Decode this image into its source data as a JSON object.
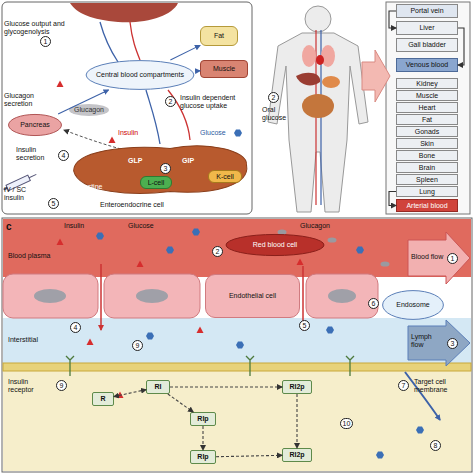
{
  "diagram": {
    "nodes": [
      {
        "text": [
          "Central blood compartments"
        ]
      },
      {
        "text": [
          "Fat"
        ]
      },
      {
        "text": [
          "Muscle"
        ]
      },
      {
        "text": [
          "Pancreas"
        ]
      },
      {
        "text": [
          "Intestine"
        ]
      },
      {
        "text": [
          "K-cell"
        ],
        "in": 4
      },
      {
        "text": [
          "L-cell"
        ],
        "in": 4
      },
      {
        "text": [
          "Portal vein"
        ]
      },
      {
        "text": [
          "Liver"
        ]
      },
      {
        "text": [
          "Gall bladder"
        ]
      },
      {
        "text": [
          "Venous blood"
        ]
      },
      {
        "text": [
          "Kidney"
        ]
      },
      {
        "text": [
          "Muscle"
        ]
      },
      {
        "text": [
          "Heart"
        ]
      },
      {
        "text": [
          "Fat"
        ]
      },
      {
        "text": [
          "Gonads"
        ]
      },
      {
        "text": [
          "Skin"
        ]
      },
      {
        "text": [
          "Bone"
        ]
      },
      {
        "text": [
          "Brain"
        ]
      },
      {
        "text": [
          "Spleen"
        ]
      },
      {
        "text": [
          "Lung"
        ]
      },
      {
        "text": [
          "Arterial blood"
        ]
      },
      {
        "text": [
          "Red blood cell"
        ]
      },
      {
        "text": [
          "Endothelial cell"
        ]
      },
      {
        "text": [
          "Endosome"
        ]
      },
      {
        "text": [
          "R"
        ]
      },
      {
        "text": [
          "RI"
        ]
      },
      {
        "text": [
          "RIp"
        ]
      },
      {
        "text": [
          "RI2p"
        ]
      },
      {
        "text": [
          "RIp"
        ]
      },
      {
        "text": [
          "RI2p"
        ]
      }
    ],
    "edges": [
      {
        "from": 0,
        "to": 1,
        "arrow": "to"
      },
      {
        "from": 0,
        "to": 2,
        "arrow": "to"
      },
      {
        "from": 3,
        "to": 0,
        "arrow": "to"
      },
      {
        "from": 7,
        "to": 8,
        "arrow": "to"
      },
      {
        "from": 8,
        "to": 10,
        "arrow": "to"
      },
      {
        "from": 20,
        "to": 21,
        "arrow": "to"
      },
      {
        "from": 25,
        "to": 26,
        "arrow": "both"
      },
      {
        "from": 26,
        "to": 27,
        "arrow": "to"
      },
      {
        "from": 26,
        "to": 28,
        "arrow": "to"
      },
      {
        "from": 27,
        "to": 29,
        "arrow": "to"
      },
      {
        "from": 28,
        "to": 30,
        "arrow": "to"
      },
      {
        "from": 29,
        "to": 30,
        "arrow": "to"
      }
    ],
    "labels": [
      "Glucose output and glycogenolysis",
      "1",
      "Glucagon secretion",
      "Glucagon",
      "Insulin",
      "Glucose",
      "Insulin secretion",
      "4",
      "Insulin dependent glucose uptake",
      "2",
      "GLP",
      "GIP",
      "3",
      "Enteroendocrine cell",
      "IV / SC insulin",
      "5",
      "2",
      "Oral glucose",
      "c",
      "Insulin",
      "Glucose",
      "Glucagon",
      "Blood plasma",
      "Blood flow",
      "1",
      "2",
      "Interstitial",
      "Lymph flow",
      "3",
      "4",
      "5",
      "6",
      "Insulin receptor",
      "9",
      "9",
      "7",
      "Target cell membrane",
      "10",
      "8"
    ]
  }
}
